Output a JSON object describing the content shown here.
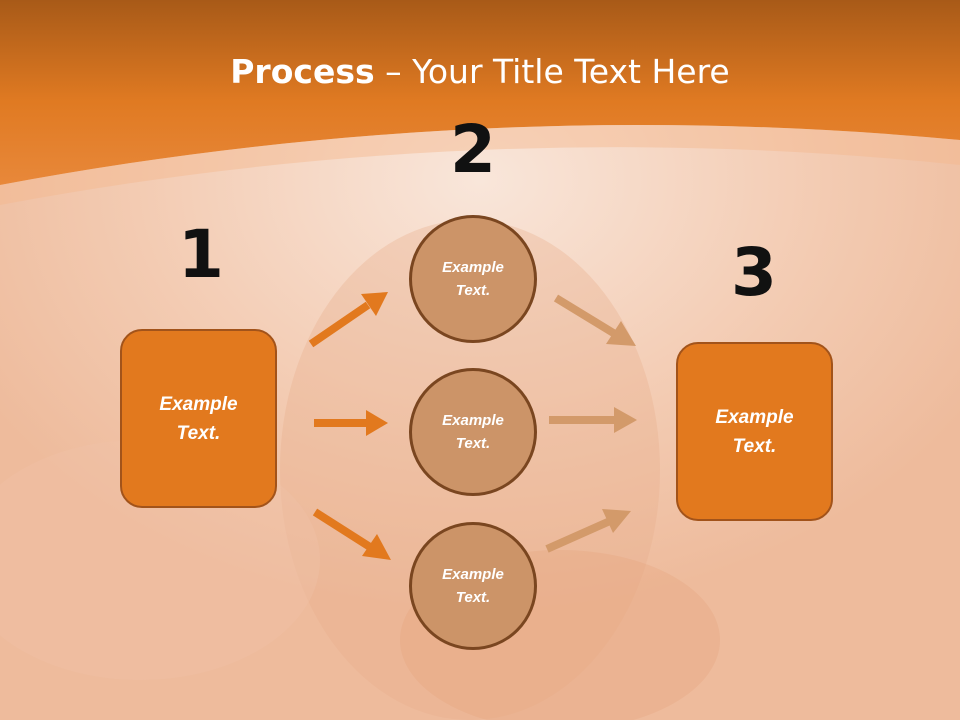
{
  "title": {
    "bold": "Process",
    "rest": " – Your Title Text Here"
  },
  "steps": [
    {
      "number": "1",
      "label_line1": "Example",
      "label_line2": "Text."
    },
    {
      "number": "2"
    },
    {
      "number": "3",
      "label_line1": "Example",
      "label_line2": "Text."
    }
  ],
  "circles": [
    {
      "label_line1": "Example",
      "label_line2": "Text."
    },
    {
      "label_line1": "Example",
      "label_line2": "Text."
    },
    {
      "label_line1": "Example",
      "label_line2": "Text."
    }
  ],
  "colors": {
    "header_orange": "#e07a22",
    "box_fill": "#e2791e",
    "circle_fill": "#cc9468",
    "arrow_left": "#e2791e",
    "arrow_right": "#d39a6a"
  }
}
